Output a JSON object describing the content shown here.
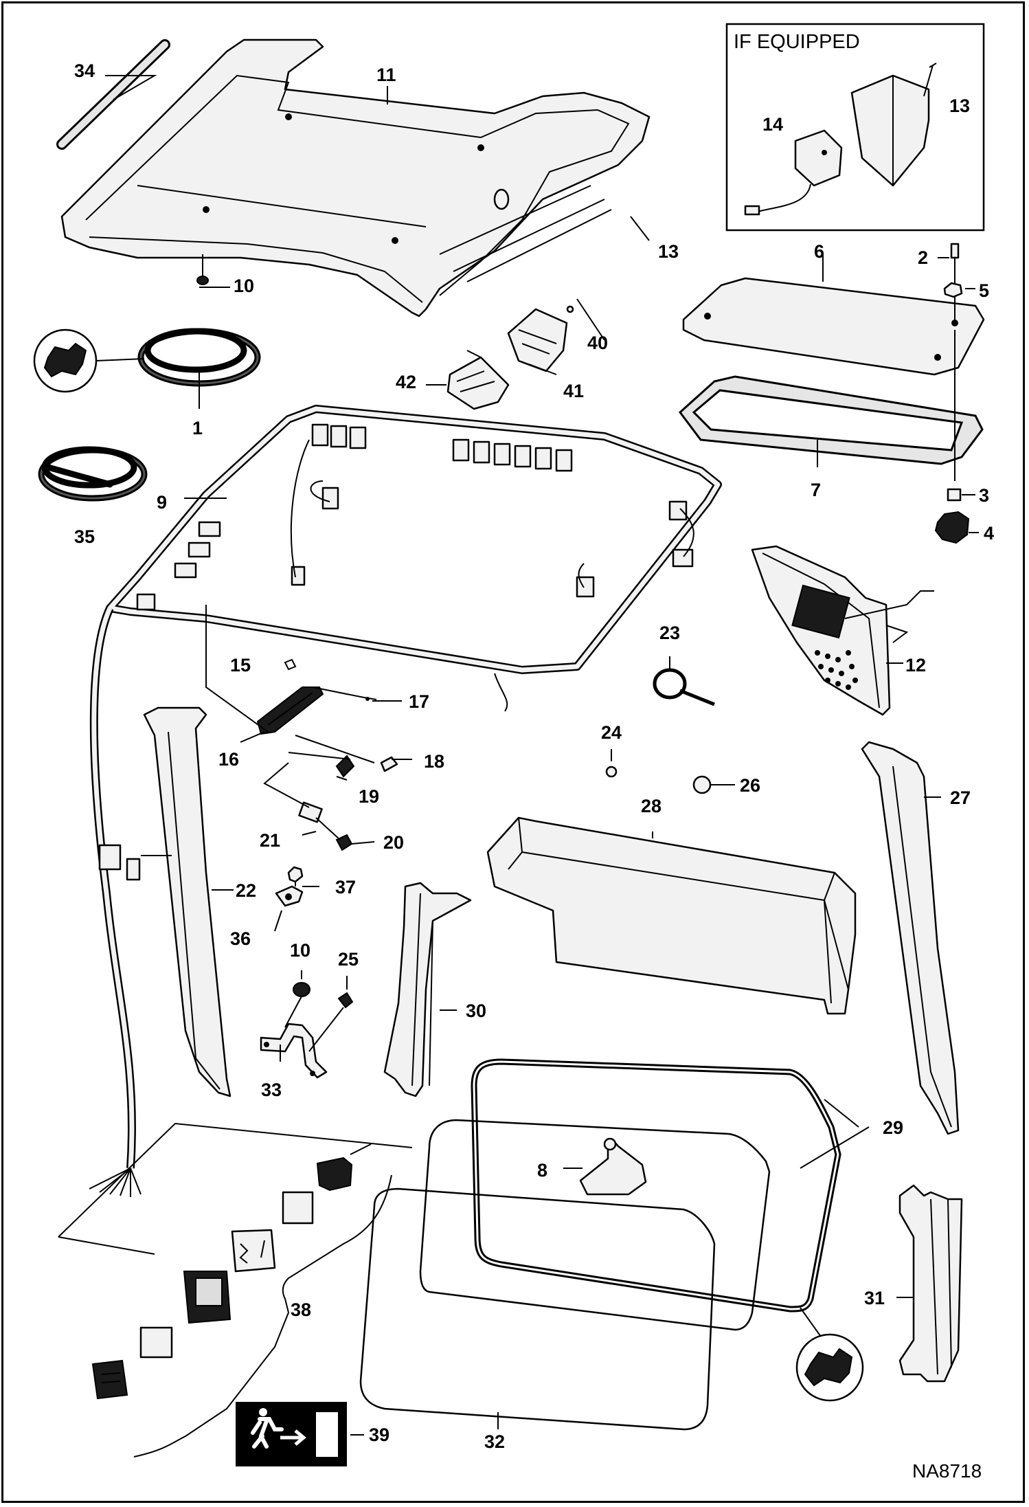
{
  "diagram": {
    "drawing_id": "NA8718",
    "if_equipped_label": "IF EQUIPPED",
    "callouts": {
      "c1": "1",
      "c2": "2",
      "c3": "3",
      "c4": "4",
      "c5": "5",
      "c6": "6",
      "c7": "7",
      "c8": "8",
      "c9": "9",
      "c10a": "10",
      "c10b": "10",
      "c11": "11",
      "c12": "12",
      "c13a": "13",
      "c13b": "13",
      "c14": "14",
      "c15": "15",
      "c16": "16",
      "c17": "17",
      "c18": "18",
      "c19": "19",
      "c20": "20",
      "c21": "21",
      "c22": "22",
      "c23": "23",
      "c24": "24",
      "c25": "25",
      "c26": "26",
      "c27": "27",
      "c28": "28",
      "c29": "29",
      "c30": "30",
      "c31": "31",
      "c32": "32",
      "c33": "33",
      "c34": "34",
      "c35": "35",
      "c36": "36",
      "c37": "37",
      "c38": "38",
      "c39": "39",
      "c40": "40",
      "c41": "41",
      "c42": "42"
    }
  }
}
